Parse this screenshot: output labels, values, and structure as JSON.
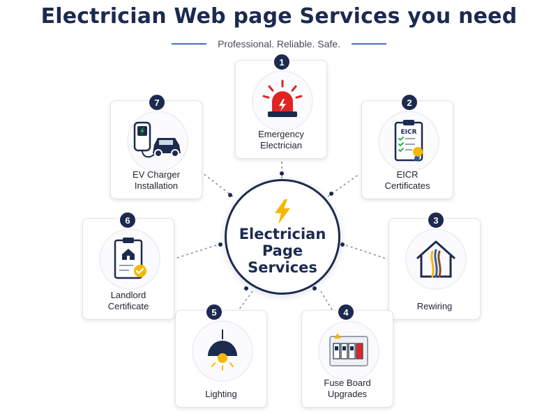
{
  "header": {
    "title": "Electrician Web page Services you need",
    "subtitle": "Professional. Reliable. Safe."
  },
  "center": {
    "title": "Electrician\nPage\nServices",
    "icon": "lightning-bolt-icon"
  },
  "colors": {
    "navy": "#1c2a4f",
    "accent_yellow": "#f5b800",
    "emergency_red": "#e02424",
    "green_check": "#2bb24c",
    "line_blue": "#4a6fb5"
  },
  "services": [
    {
      "number": "1",
      "label": "Emergency\nElectrician",
      "icon": "siren-icon"
    },
    {
      "number": "2",
      "label": "EICR\nCertificates",
      "icon": "certificate-clipboard-icon",
      "icon_text": "EICR"
    },
    {
      "number": "3",
      "label": "Rewiring",
      "icon": "house-wiring-icon"
    },
    {
      "number": "4",
      "label": "Fuse Board\nUpgrades",
      "icon": "fuse-board-icon"
    },
    {
      "number": "5",
      "label": "Lighting",
      "icon": "pendant-lamp-icon"
    },
    {
      "number": "6",
      "label": "Landlord\nCertificate",
      "icon": "landlord-clipboard-icon"
    },
    {
      "number": "7",
      "label": "EV Charger\nInstallation",
      "icon": "ev-charger-icon"
    }
  ]
}
